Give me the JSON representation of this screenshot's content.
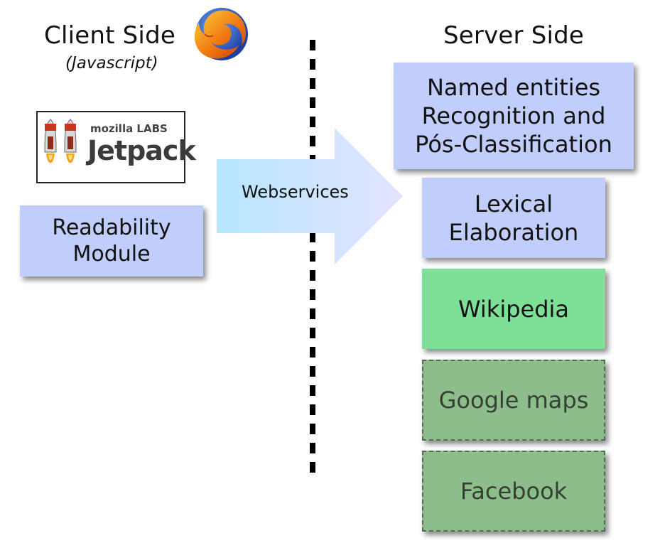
{
  "client": {
    "heading": "Client Side",
    "subheading": "(Javascript)",
    "jetpack_logo": {
      "brand_small": "mozilla LABS",
      "brand_large": "Jetpack"
    },
    "readability_box": "Readability\nModule"
  },
  "connector": {
    "label": "Webservices"
  },
  "server": {
    "heading": "Server Side",
    "modules": [
      {
        "label": "Named entities\nRecognition and\nPós-Classification",
        "color": "#c1cdfa"
      },
      {
        "label": "Lexical\nElaboration",
        "color": "#c1cdfa"
      },
      {
        "label": "Wikipedia",
        "color": "#7ee096"
      },
      {
        "label": "Google maps",
        "color": "#8dbd8b"
      },
      {
        "label": "Facebook",
        "color": "#8dbd8b"
      }
    ]
  },
  "icons": [
    "firefox-icon",
    "rocket-icon"
  ]
}
